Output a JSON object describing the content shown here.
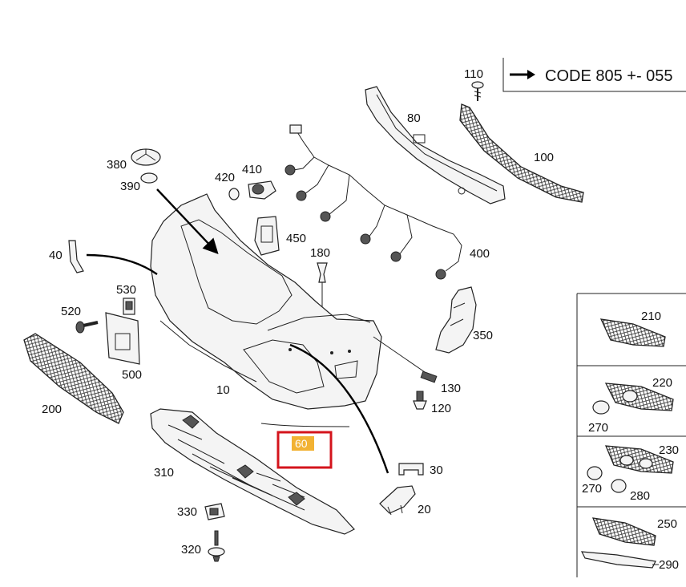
{
  "code_box": {
    "text": "CODE 805 +- 055"
  },
  "highlight": {
    "part": "60",
    "highlight_color": "#f2b233",
    "box_color": "#d4141c"
  },
  "labels": {
    "p10": "10",
    "p20": "20",
    "p30": "30",
    "p40": "40",
    "p80": "80",
    "p100": "100",
    "p110": "110",
    "p120": "120",
    "p130": "130",
    "p180": "180",
    "p200": "200",
    "p310": "310",
    "p320": "320",
    "p330": "330",
    "p350": "350",
    "p380": "380",
    "p390": "390",
    "p400": "400",
    "p410": "410",
    "p420": "420",
    "p450": "450",
    "p500": "500",
    "p520": "520",
    "p530": "530"
  },
  "side_panel": {
    "p210": "210",
    "p220": "220",
    "p230": "230",
    "p250": "250",
    "p270a": "270",
    "p270b": "270",
    "p280": "280",
    "p290": "290"
  }
}
